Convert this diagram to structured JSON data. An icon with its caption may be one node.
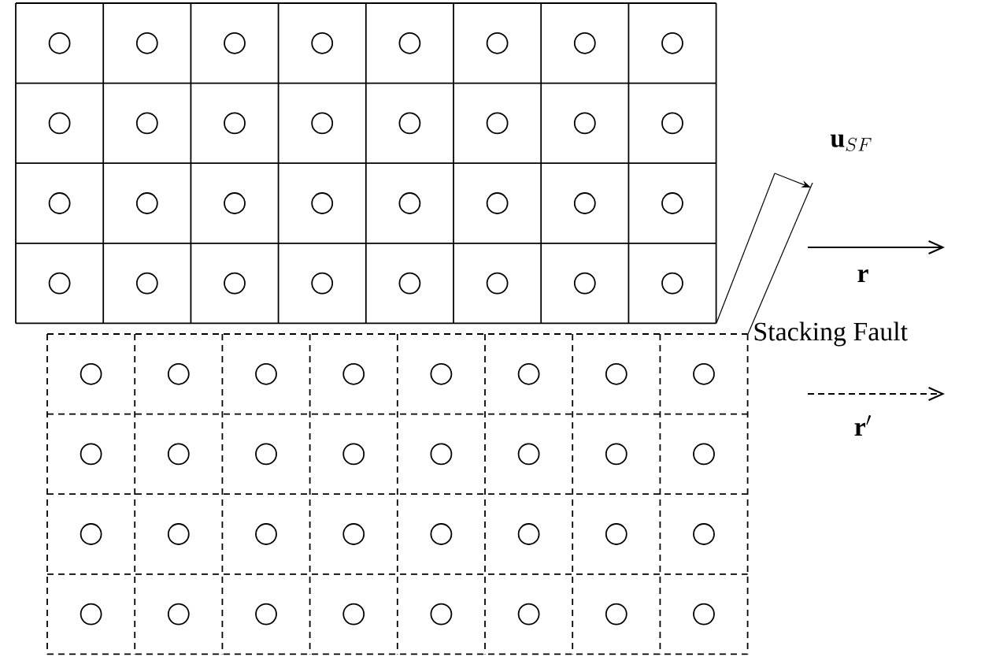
{
  "diagram": {
    "labels": [
      "\\mathbf{u}_{SF}",
      "\\mathbf{r}",
      "Stacking Fault",
      "\\mathbf{r}'"
    ]
  }
}
